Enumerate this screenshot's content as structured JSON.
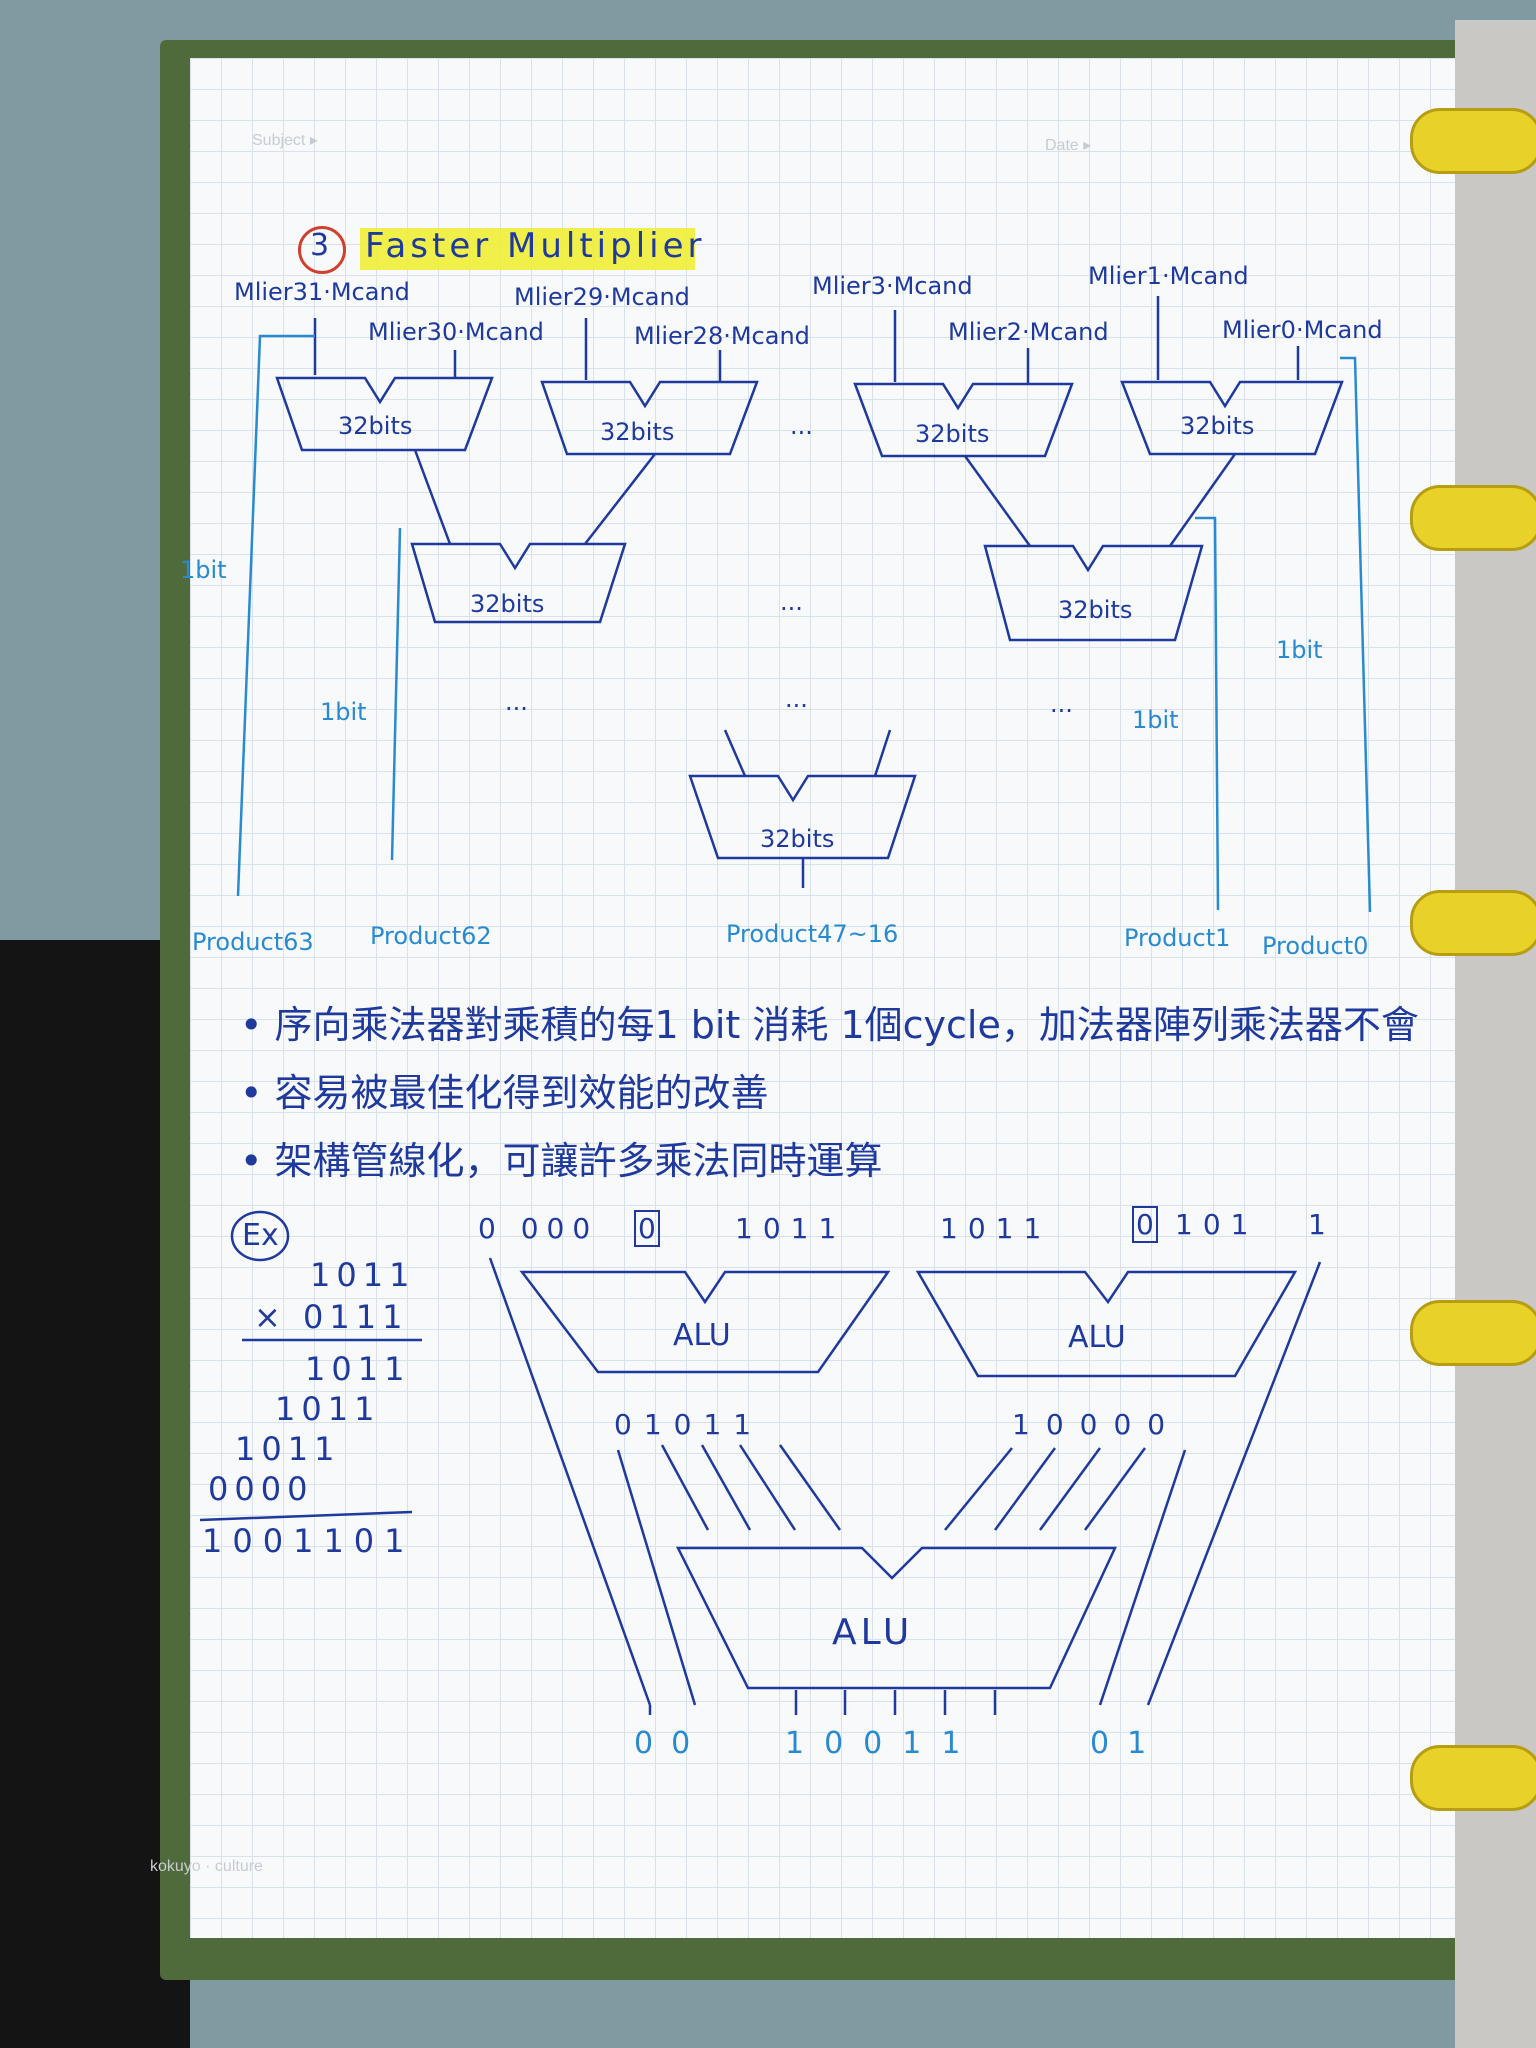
{
  "header": {
    "subject_label": "Subject ▸",
    "date_label": "Date ▸",
    "footer_brand": "kokuyo · culture"
  },
  "title": {
    "number": "3",
    "text": "Faster Multiplier"
  },
  "inputs": {
    "mlier31": "Mlier31·Mcand",
    "mlier30": "Mlier30·Mcand",
    "mlier29": "Mlier29·Mcand",
    "mlier28": "Mlier28·Mcand",
    "mlier3": "Mlier3·Mcand",
    "mlier2": "Mlier2·Mcand",
    "mlier1": "Mlier1·Mcand",
    "mlier0": "Mlier0·Mcand"
  },
  "adder_label": "32bits",
  "ellipsis": "...",
  "one_bit": "1bit",
  "products": {
    "p63": "Product63",
    "p62": "Product62",
    "p47_16": "Product47~16",
    "p1": "Product1",
    "p0": "Product0"
  },
  "bullets": [
    "• 序向乘法器對乘積的每1 bit 消耗 1個cycle，加法器陣列乘法器不會",
    "• 容易被最佳化得到效能的改善",
    "• 架構管線化，可讓許多乘法同時運算"
  ],
  "example": {
    "label": "Ex",
    "mcand": "1011",
    "mlier": "× 0111",
    "partial": [
      "1011",
      "1011",
      "1011",
      "0000"
    ],
    "result": "1001101"
  },
  "alu": {
    "label": "ALU",
    "top_left_inputs": "0  000",
    "top_left_boxed": "0",
    "top_left_inputs2": "1011",
    "top_right_inputs": "1011",
    "top_right_boxed": "0",
    "top_right_inputs2": "101",
    "top_right_last": "1",
    "left_out": "01011",
    "right_out": "10000",
    "final_left": "00",
    "final_mid": "10011",
    "final_right": "01"
  }
}
